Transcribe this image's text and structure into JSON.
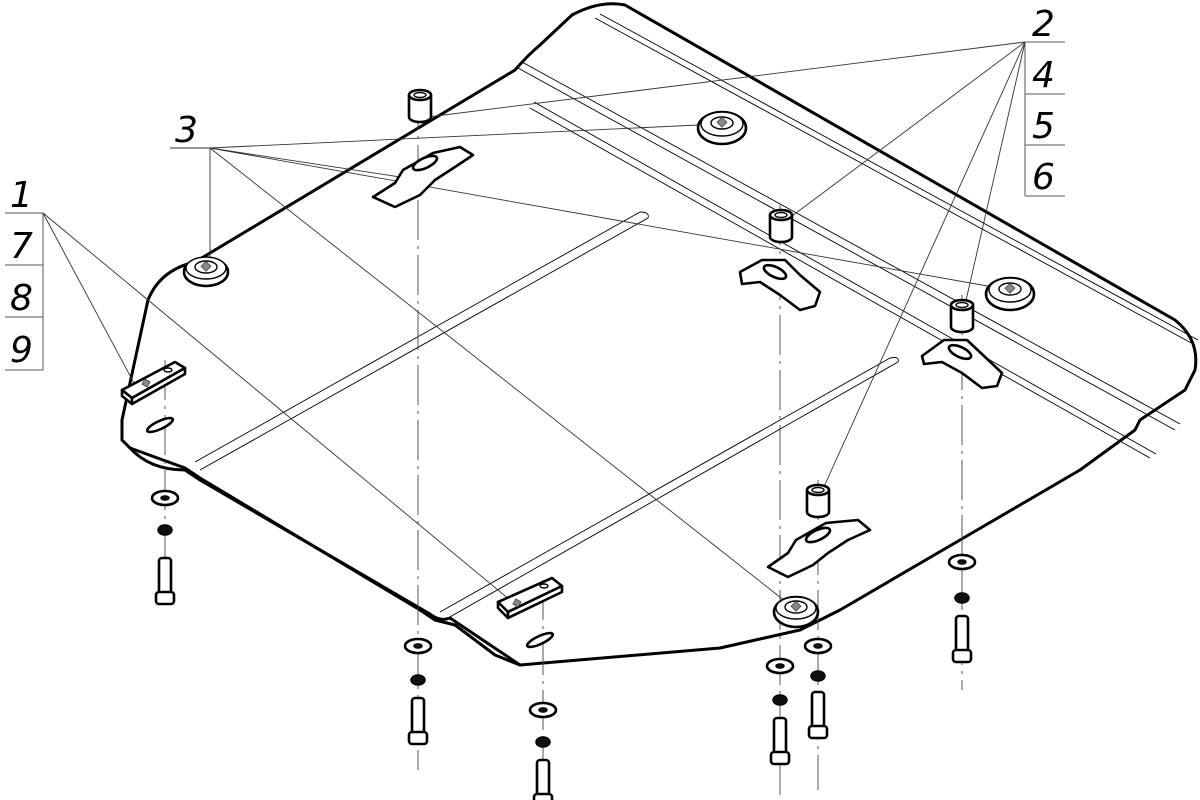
{
  "drawing": {
    "title": "Skid plate assembly exploded view",
    "callouts": {
      "left_group": [
        "1",
        "7",
        "8",
        "9"
      ],
      "right_group": [
        "2",
        "4",
        "5",
        "6"
      ],
      "single": "3"
    },
    "colors": {
      "line": "#000000",
      "background": "#ffffff",
      "leader": "#333333"
    }
  }
}
